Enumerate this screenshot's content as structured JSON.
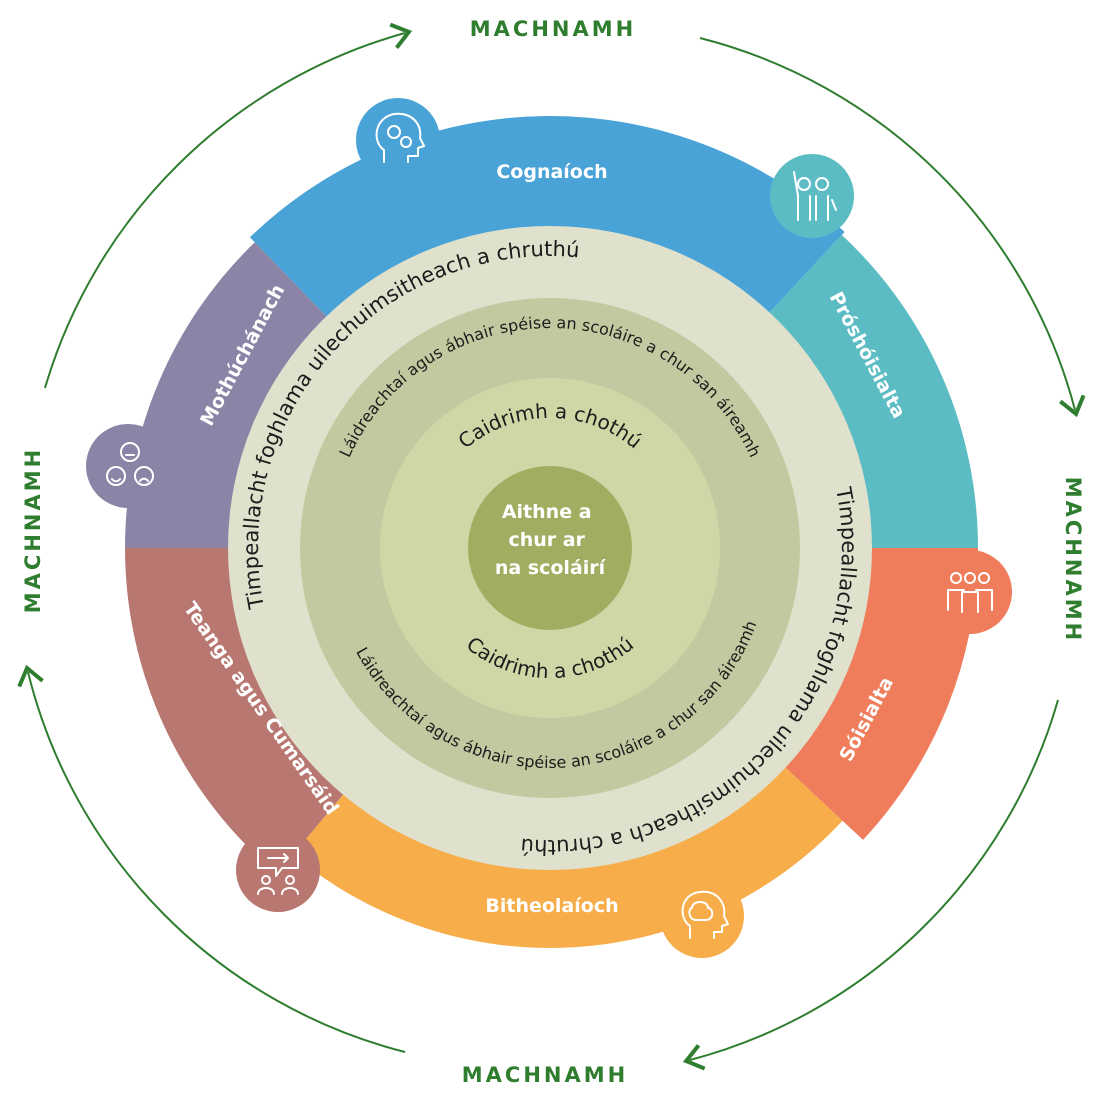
{
  "outer_cycle": {
    "label": "MACHNAMH",
    "color": "#2f7d2e"
  },
  "segments": [
    {
      "id": "cognitive",
      "label": "Cognaíoch",
      "color": "#4aa3d6",
      "icon": "head-gears-icon"
    },
    {
      "id": "prosocial",
      "label": "Próshóisialta",
      "color": "#5bbcc3",
      "icon": "helping-people-icon"
    },
    {
      "id": "social",
      "label": "Sóisialta",
      "color": "#ef7d5c",
      "icon": "group-people-icon"
    },
    {
      "id": "biological",
      "label": "Bitheolaíoch",
      "color": "#f6ad4a",
      "icon": "head-brain-icon"
    },
    {
      "id": "language",
      "label": "Teanga agus Cumarsáid",
      "color": "#b87871",
      "icon": "conversation-icon"
    },
    {
      "id": "emotional",
      "label": "Mothúchánach",
      "color": "#8b84a6",
      "icon": "emotion-faces-icon"
    }
  ],
  "rings": {
    "environment": {
      "text": "Timpeallacht foghlama uilechuimsitheach a chruthú",
      "color": "#dfe1cc"
    },
    "strengths": {
      "text": "Láidreachtaí agus ábhair spéise an scoláire a chur san áireamh",
      "color": "#c2c89f"
    },
    "relationships": {
      "text": "Caidrimh a chothú",
      "color": "#cdd8a6"
    }
  },
  "center": {
    "lines": [
      "Aithne a",
      "chur ar",
      "na scoláirí"
    ],
    "color": "#a0ae62"
  }
}
